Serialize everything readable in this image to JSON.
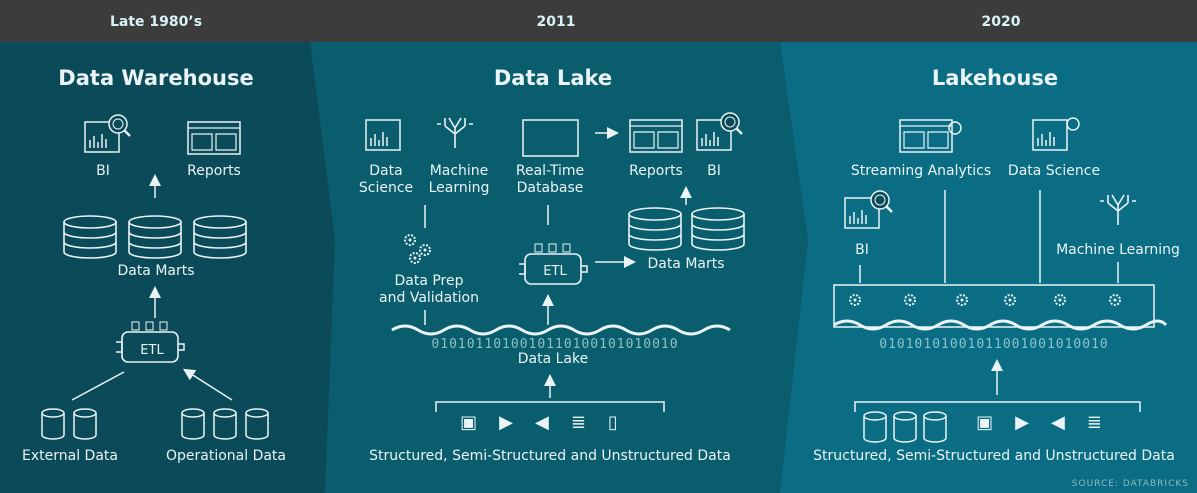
{
  "eras": [
    "Late 1980’s",
    "2011",
    "2020"
  ],
  "warehouse": {
    "title": "Data Warehouse",
    "bi": "BI",
    "reports": "Reports",
    "marts": "Data Marts",
    "etl": "ETL",
    "external": "External Data",
    "operational": "Operational Data"
  },
  "lake": {
    "title": "Data Lake",
    "data_science": "Data\nScience",
    "ml": "Machine\nLearning",
    "rt_db": "Real-Time\nDatabase",
    "reports": "Reports",
    "bi": "BI",
    "prep": "Data Prep\nand Validation",
    "etl": "ETL",
    "marts": "Data Marts",
    "lake_label": "Data Lake",
    "binary": "0101011010010110100101010010",
    "sources": "Structured, Semi-Structured and Unstructured Data"
  },
  "lakehouse": {
    "title": "Lakehouse",
    "streaming": "Streaming Analytics",
    "data_science": "Data Science",
    "bi": "BI",
    "ml": "Machine Learning",
    "binary": "01010101001011001001010010",
    "sources": "Structured, Semi-Structured and Unstructured Data"
  },
  "source": "SOURCE: DATABRICKS",
  "colors": {
    "header": "#3c3c3c",
    "panel1": "#0b4a58",
    "panel2": "#0a5d6d",
    "panel3": "#0a6d83"
  }
}
